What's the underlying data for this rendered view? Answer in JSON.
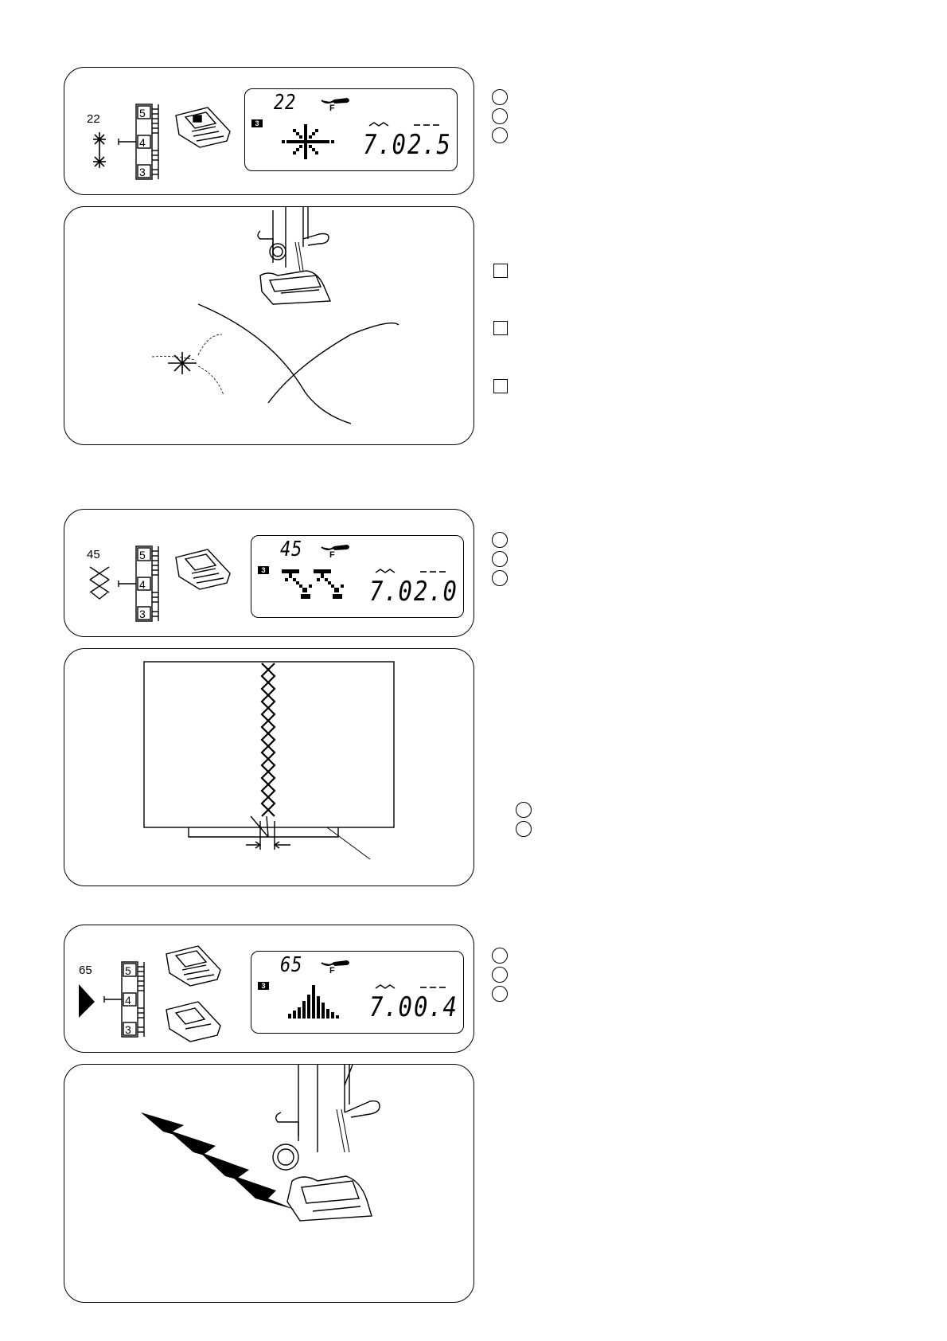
{
  "sections": [
    {
      "pattern_number": "22",
      "dial_labels": [
        "5",
        "4",
        "3"
      ],
      "lcd": {
        "pattern": "22",
        "foot": "F",
        "width": "7.0",
        "length": "2.5",
        "mode_badge": "3"
      },
      "side_markers": [
        "circle",
        "circle",
        "circle"
      ],
      "step_markers": [
        "square",
        "square",
        "square"
      ]
    },
    {
      "pattern_number": "45",
      "dial_labels": [
        "5",
        "4",
        "3"
      ],
      "lcd": {
        "pattern": "45",
        "foot": "F",
        "width": "7.0",
        "length": "2.0",
        "mode_badge": "3"
      },
      "side_markers": [
        "circle",
        "circle",
        "circle"
      ],
      "extra_markers": [
        "circle",
        "circle"
      ]
    },
    {
      "pattern_number": "65",
      "dial_labels": [
        "5",
        "4",
        "3"
      ],
      "lcd": {
        "pattern": "65",
        "foot": "F",
        "width": "7.0",
        "length": "0.4",
        "mode_badge": "3"
      },
      "side_markers": [
        "circle",
        "circle",
        "circle"
      ]
    }
  ]
}
